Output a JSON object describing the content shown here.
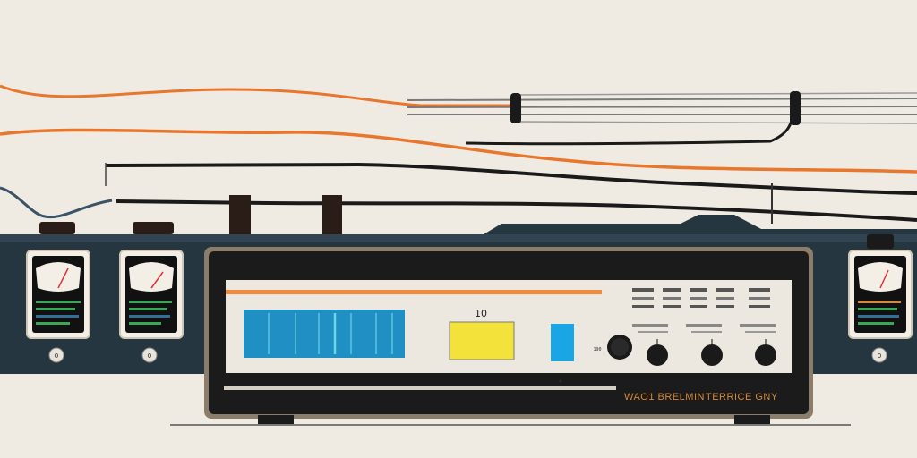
{
  "colors": {
    "background": "#efebe3",
    "band": "#263641",
    "chassis": "#1b1b1b",
    "chassis_rim": "#8a7d6b",
    "front_panel": "#ece8e0",
    "accent_orange": "#f08a3c",
    "display_blue": "#1f8fc4",
    "display_yellow": "#f2e23a",
    "display_cyan": "#1aa6e4",
    "cable_black": "#1a1a1a",
    "cable_orange": "#e8762d"
  },
  "receiver": {
    "readout_label": "10",
    "small_label": "190",
    "brand_left": "WAO1 BRELMIN",
    "brand_right": "TERRICE GNY",
    "footer_mark": "#"
  },
  "side_meters": [
    {
      "id": "left-1",
      "badge": "0"
    },
    {
      "id": "left-2",
      "badge": "0"
    },
    {
      "id": "right-1",
      "badge": "0"
    }
  ],
  "knobs": [
    {
      "id": "knob-1"
    },
    {
      "id": "knob-2"
    },
    {
      "id": "knob-3"
    },
    {
      "id": "knob-4"
    }
  ]
}
